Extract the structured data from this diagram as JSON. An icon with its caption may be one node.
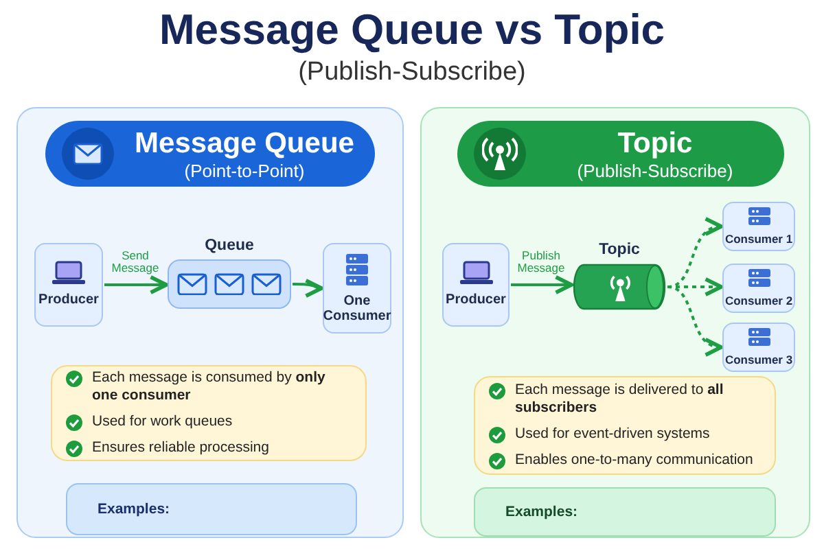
{
  "diagram": {
    "title": "Message Queue vs Topic",
    "nodes": [
      {
        "text": [
          "Message Queue",
          "(Point-to-Point)"
        ]
      },
      {
        "text": [
          "Producer"
        ]
      },
      {
        "text": [
          "Queue"
        ]
      },
      {
        "text": [
          "One Consumer"
        ]
      },
      {
        "text": [
          "Each message is consumed by **only one consumer**",
          "Used for work queues",
          "Ensures reliable processing"
        ]
      },
      {
        "text": [
          "Examples:"
        ]
      },
      {
        "text": [
          "Topic",
          "(Publish-Subscribe)"
        ]
      },
      {
        "text": [
          "Producer"
        ]
      },
      {
        "text": [
          "Topic"
        ]
      },
      {
        "text": [
          "Consumer 1"
        ]
      },
      {
        "text": [
          "Consumer 2"
        ]
      },
      {
        "text": [
          "Consumer 3"
        ]
      },
      {
        "text": [
          "Each message is delivered to **all subscribers**",
          "Used for event-driven systems",
          "Enables one-to-many communication"
        ]
      },
      {
        "text": [
          "Examples:"
        ]
      }
    ],
    "edges": [
      {
        "from": 1,
        "to": 2,
        "arrow": "to",
        "label": "Send Message"
      },
      {
        "from": 2,
        "to": 3,
        "arrow": "to"
      },
      {
        "from": 7,
        "to": 8,
        "arrow": "to",
        "label": "Publish Message"
      },
      {
        "from": 8,
        "to": 9,
        "arrow": "to",
        "style": "dashed"
      },
      {
        "from": 8,
        "to": 10,
        "arrow": "to",
        "style": "dashed"
      },
      {
        "from": 8,
        "to": 11,
        "arrow": "to",
        "style": "dashed"
      }
    ],
    "labels": [
      "(Publish-Subscribe)"
    ]
  }
}
